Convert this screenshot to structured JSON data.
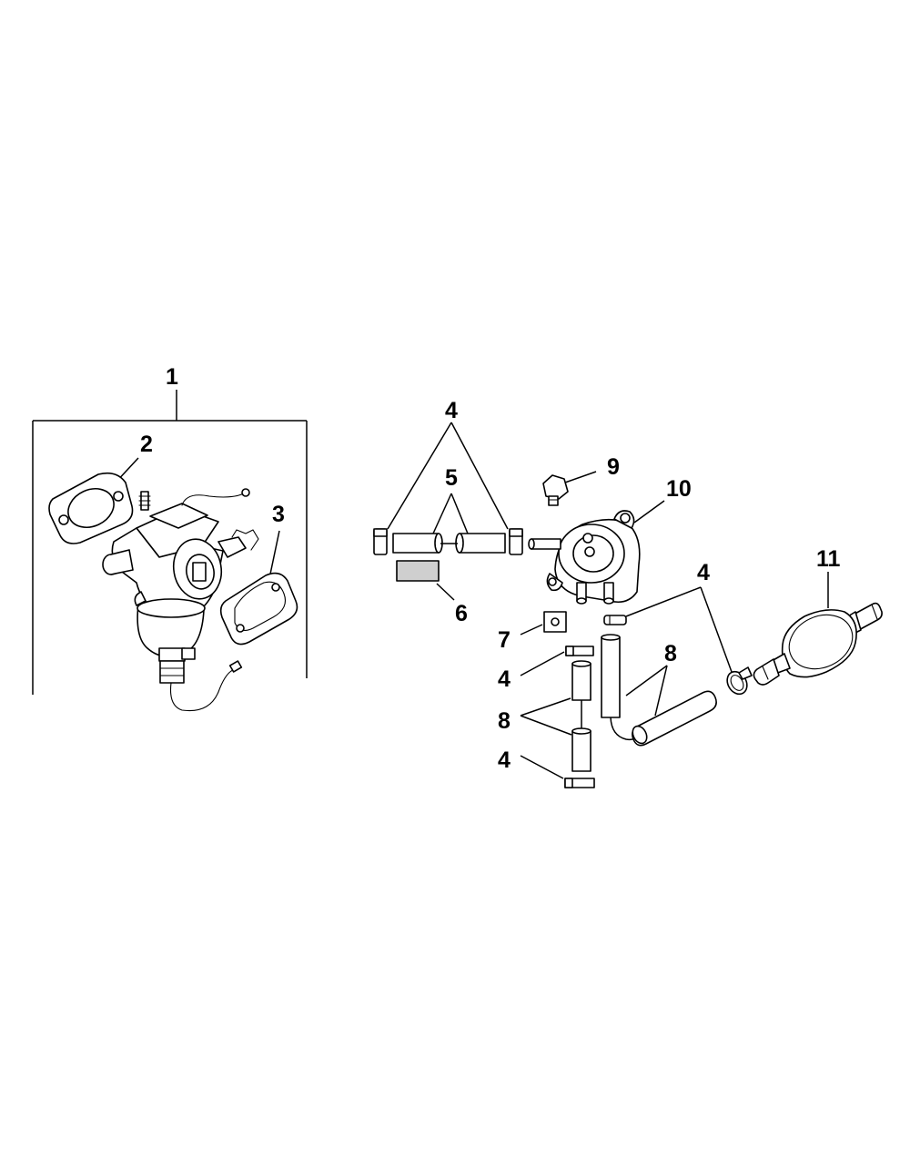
{
  "callouts": {
    "c1": "1",
    "c2": "2",
    "c3": "3",
    "c4a": "4",
    "c5": "5",
    "c6": "6",
    "c7": "7",
    "c4b": "4",
    "c8a": "8",
    "c8b": "8",
    "c4c": "4",
    "c9": "9",
    "c10": "10",
    "c4d": "4",
    "c11": "11"
  }
}
